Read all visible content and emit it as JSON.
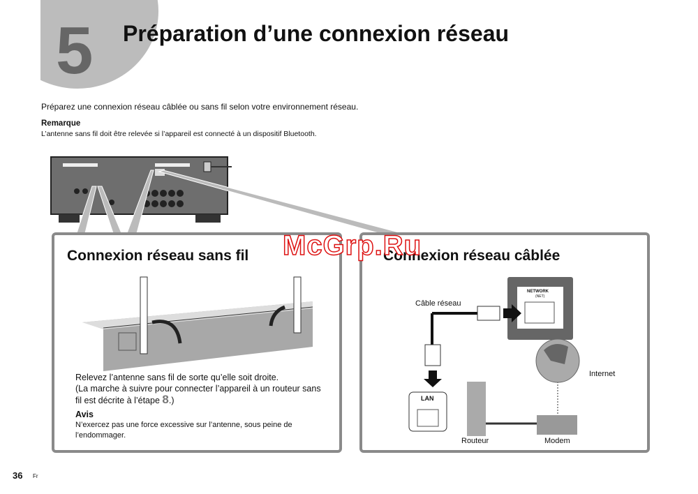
{
  "header": {
    "step_number": "5",
    "title": "Préparation d’une connexion réseau"
  },
  "intro": "Préparez une connexion réseau câblée ou sans fil selon votre environnement réseau.",
  "note": {
    "heading": "Remarque",
    "text": "L’antenne sans fil doit être relevée si l’appareil est connecté à un dispositif Bluetooth."
  },
  "wireless": {
    "heading": "Connexion réseau sans fil",
    "instruction_line1": "Relevez l’antenne sans fil de sorte qu’elle soit droite.",
    "instruction_line2": "(La marche à suivre pour connecter l’appareil à un routeur sans fil est décrite à l’étape",
    "step_ref": "8",
    "instruction_end": ".)",
    "notice_heading": "Avis",
    "notice_text": "N’exercez pas une force excessive sur l’antenne, sous peine de l’endommager."
  },
  "wired": {
    "heading": "Connexion réseau câblée",
    "cable_label": "Câble réseau",
    "port_label": "NETWORK",
    "port_sublabel": "(NET)",
    "lan_label": "LAN",
    "internet_label": "Internet",
    "router_label": "Routeur",
    "modem_label": "Modem"
  },
  "watermark": "McGrp.Ru",
  "footer": {
    "page_number": "36",
    "language": "Fr"
  }
}
